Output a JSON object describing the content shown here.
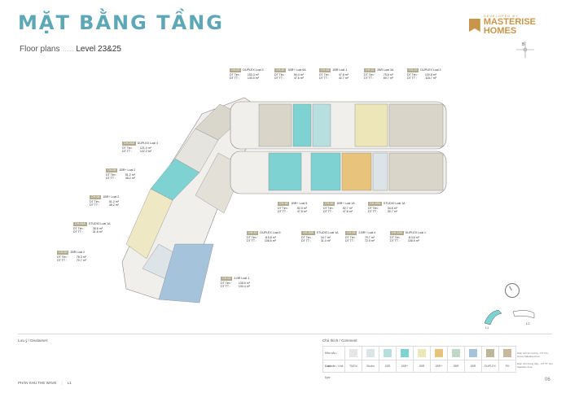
{
  "header": {
    "title": "MẶT BẰNG TẦNG",
    "subtitle": "Floor plans",
    "dots": ".....",
    "level": "Level 23&25"
  },
  "logo": {
    "small": "DEVELOPED BY",
    "brand": "MASTERISE HOMES"
  },
  "compass": {
    "label": "B"
  },
  "units": [
    {
      "code": "CH-09A",
      "type": "DUPLEX Loại 4",
      "tim": "121.0 m²",
      "tt": "122.2 m²"
    },
    {
      "code": "CH-08",
      "type": "1BR+ Loại 2",
      "tim": "51.2 m²",
      "tt": "48.2 m²"
    },
    {
      "code": "CH-06",
      "type": "1BR+ Loại 2",
      "tim": "51.2 m²",
      "tt": "48.2 m²"
    },
    {
      "code": "CH-05A",
      "type": "STUDIO Loại 1A",
      "tim": "35.6 m²",
      "tt": "31.8 m²"
    },
    {
      "code": "CH-03",
      "type": "2BR Loại 2",
      "tim": "78.3 m²",
      "tt": "70.7 m²"
    },
    {
      "code": "CH-02",
      "type": "DUPLEX Loại 3",
      "tim": "153.3 m²",
      "tt": "140.5 m²"
    },
    {
      "code": "CH-20",
      "type": "1BR+ Loại 5A",
      "tim": "50.4 m²",
      "tt": "47.6 m²"
    },
    {
      "code": "CH-18",
      "type": "1BR Loại 1",
      "tim": "47.8 m²",
      "tt": "42.7 m²"
    },
    {
      "code": "CH-11",
      "type": "2BR Loại 3A",
      "tim": "75.6 m²",
      "tt": "69.7 m²"
    },
    {
      "code": "CH-12",
      "type": "DUPLEX Loại 3",
      "tim": "120.8 m²",
      "tt": "118.7 m²"
    },
    {
      "code": "CH-18",
      "type": "1BR+ Loại 5",
      "tim": "52.9 m²",
      "tt": "47.8 m²"
    },
    {
      "code": "CH-16",
      "type": "1BR+ Loại 1A",
      "tim": "52.7 m²",
      "tt": "47.8 m²"
    },
    {
      "code": "CH-15A",
      "type": "STUDIO Loại 1A",
      "tim": "34.6 m²",
      "tt": "30.7 m²"
    },
    {
      "code": "CH-10",
      "type": "DUPLEX Loại 5",
      "tim": "115.8 m²",
      "tt": "108.6 m²"
    },
    {
      "code": "CH-16A",
      "type": "STUDIO Loại 1A",
      "tim": "34.7 m²",
      "tt": "31.0 m²"
    },
    {
      "code": "CH-15",
      "type": "2.BR+ Loại 4",
      "tim": "79.7 m²",
      "tt": "72.9 m²"
    },
    {
      "code": "CH-12A",
      "type": "DUPLEX Loại 1",
      "tim": "113.8 m²",
      "tt": "108.9 m²"
    },
    {
      "code": "CH-02",
      "type": "4 BR Loại 1",
      "tim": "138.6 m²",
      "tt": "130.4 m²"
    }
  ],
  "labels": {
    "tim": "DT Tim :",
    "tt": "DT TT :"
  },
  "sections": {
    "disclaimer": "Lưu ý / Disclaimer:",
    "legend": "Chú thích / Comment"
  },
  "legend": {
    "row1": "Màu sắc / Color",
    "row2": "Loại căn / Unit type",
    "items": [
      {
        "label": "TMDV",
        "color": "#e6e6e6"
      },
      {
        "label": "Studio",
        "color": "#dde4e8"
      },
      {
        "label": "1BR",
        "color": "#b8dfe0"
      },
      {
        "label": "1BR+",
        "color": "#7fd2d2"
      },
      {
        "label": "2BR",
        "color": "#ece6b8"
      },
      {
        "label": "2BR+",
        "color": "#e8c37c"
      },
      {
        "label": "3BR",
        "color": "#bfd9c6"
      },
      {
        "label": "4BR",
        "color": "#a6c3dc"
      },
      {
        "label": "DUPLEX",
        "color": "#bdb697"
      },
      {
        "label": "PH",
        "color": "#c9b79b"
      }
    ]
  },
  "keymap": {
    "l1": "L1",
    "l2": "L2"
  },
  "notes": {
    "n1": "Diện tích tim tường - DT Tim: Gross Saleable Area",
    "n2": "Diện tích thông thủy - DT TT: Net Saleable Area"
  },
  "footer": {
    "area": "PHÂN KHU THE WAVE",
    "block": "L1",
    "page": "06"
  }
}
